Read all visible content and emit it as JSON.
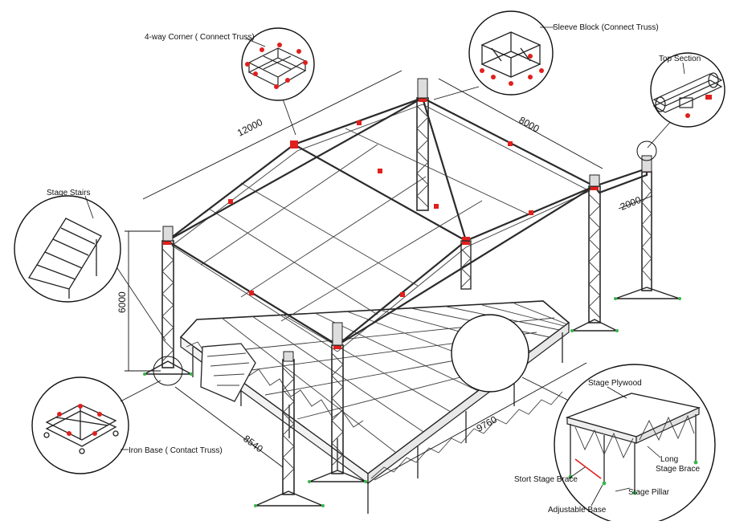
{
  "labels": {
    "corner": "4-way Corner ( Connect Truss)",
    "sleeve": "Sleeve Block (Connect Truss)",
    "top_section": "Top Section",
    "stairs": "Stage Stairs",
    "iron_base": "Iron Base ( Contact Truss)",
    "plywood": "Stage Plywood",
    "long_brace_1": "Long",
    "long_brace_2": "Stage Brace",
    "short_brace": "Stort Stage Brace",
    "pillar": "Stage Pillar",
    "adjustable_base": "Adjustable Base"
  },
  "dimensions": {
    "width": "12000",
    "depth": "8000",
    "wing": "2000",
    "height": "6000",
    "stage_depth": "8540",
    "stage_width": "9760"
  },
  "colors": {
    "truss": "#2a2a2a",
    "connector": "#e0201c",
    "foot": "#39b54a",
    "stage_top": "#ffffff",
    "grid": "#555555"
  },
  "icons": [
    "corner-block-icon",
    "sleeve-block-icon",
    "top-section-icon",
    "stairs-icon",
    "iron-base-icon",
    "stage-deck-icon"
  ]
}
